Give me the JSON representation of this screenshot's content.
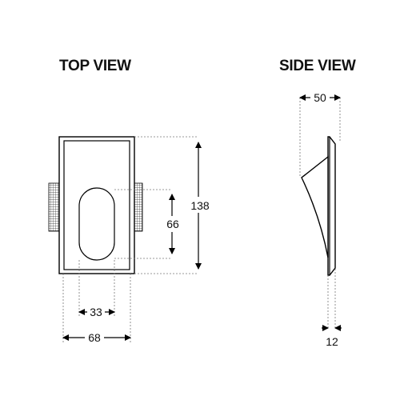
{
  "top_view": {
    "title": "TOP VIEW",
    "dimensions": {
      "height": "138",
      "recess_height": "66",
      "recess_width": "33",
      "width": "68"
    }
  },
  "side_view": {
    "title": "SIDE VIEW",
    "dimensions": {
      "depth": "50",
      "plate_thickness": "12"
    }
  },
  "colors": {
    "line": "#000000",
    "extension_line": "#777777",
    "background": "#ffffff"
  }
}
